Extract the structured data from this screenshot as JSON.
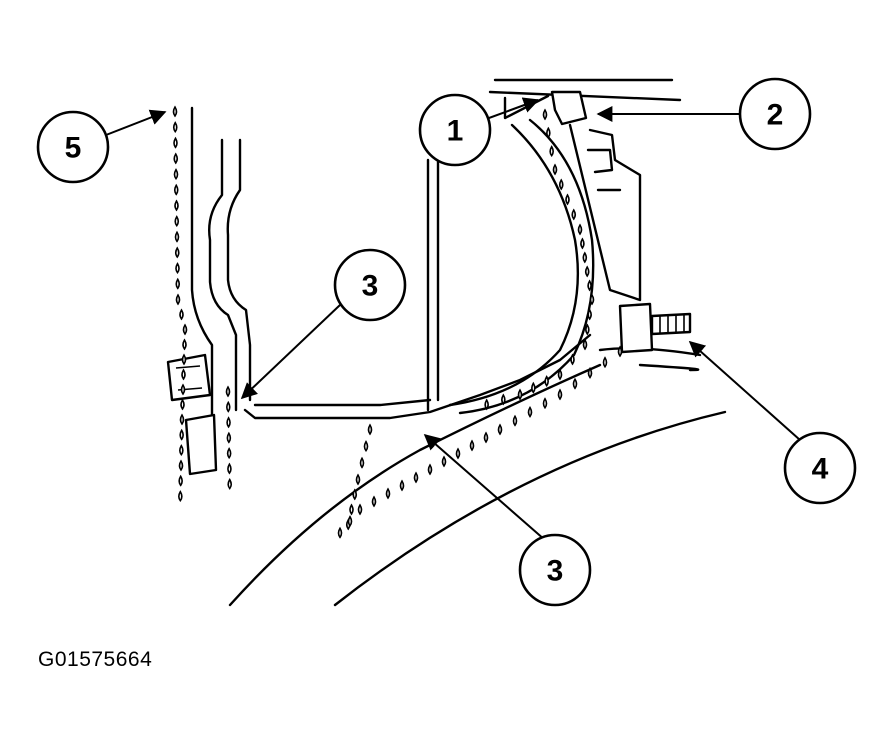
{
  "figure_code": "G01575664",
  "callouts": [
    {
      "id": "1",
      "label": "1"
    },
    {
      "id": "2",
      "label": "2"
    },
    {
      "id": "3a",
      "label": "3"
    },
    {
      "id": "3b",
      "label": "3"
    },
    {
      "id": "4",
      "label": "4"
    },
    {
      "id": "5",
      "label": "5"
    }
  ]
}
